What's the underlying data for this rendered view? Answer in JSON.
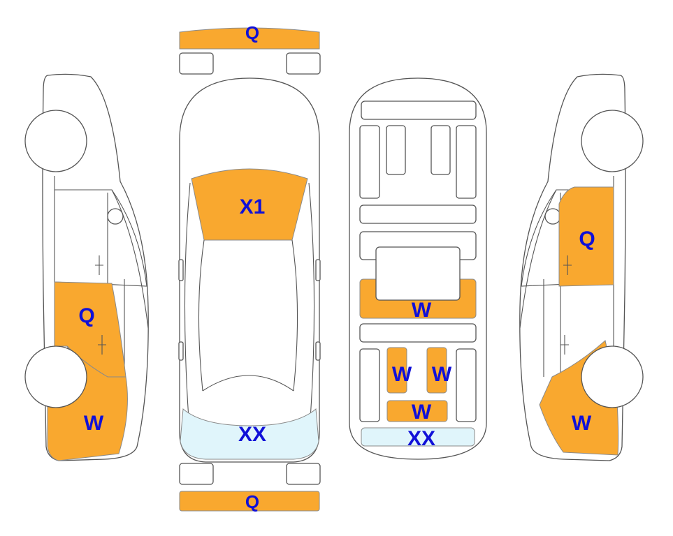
{
  "colors": {
    "damage": "#F9A82F",
    "glass": "#E0F5FB",
    "label": "#1010D8",
    "outline": "#555555"
  },
  "labels": {
    "front_bumper": "Q",
    "rear_bumper": "Q",
    "hood": "X1",
    "windshield": "XX",
    "interior_floor": "W",
    "interior_left_seat": "W",
    "interior_right_seat": "W",
    "interior_rear": "W",
    "interior_trunk": "XX",
    "left_door": "Q",
    "left_fender": "W",
    "right_door": "Q",
    "right_fender": "W"
  }
}
